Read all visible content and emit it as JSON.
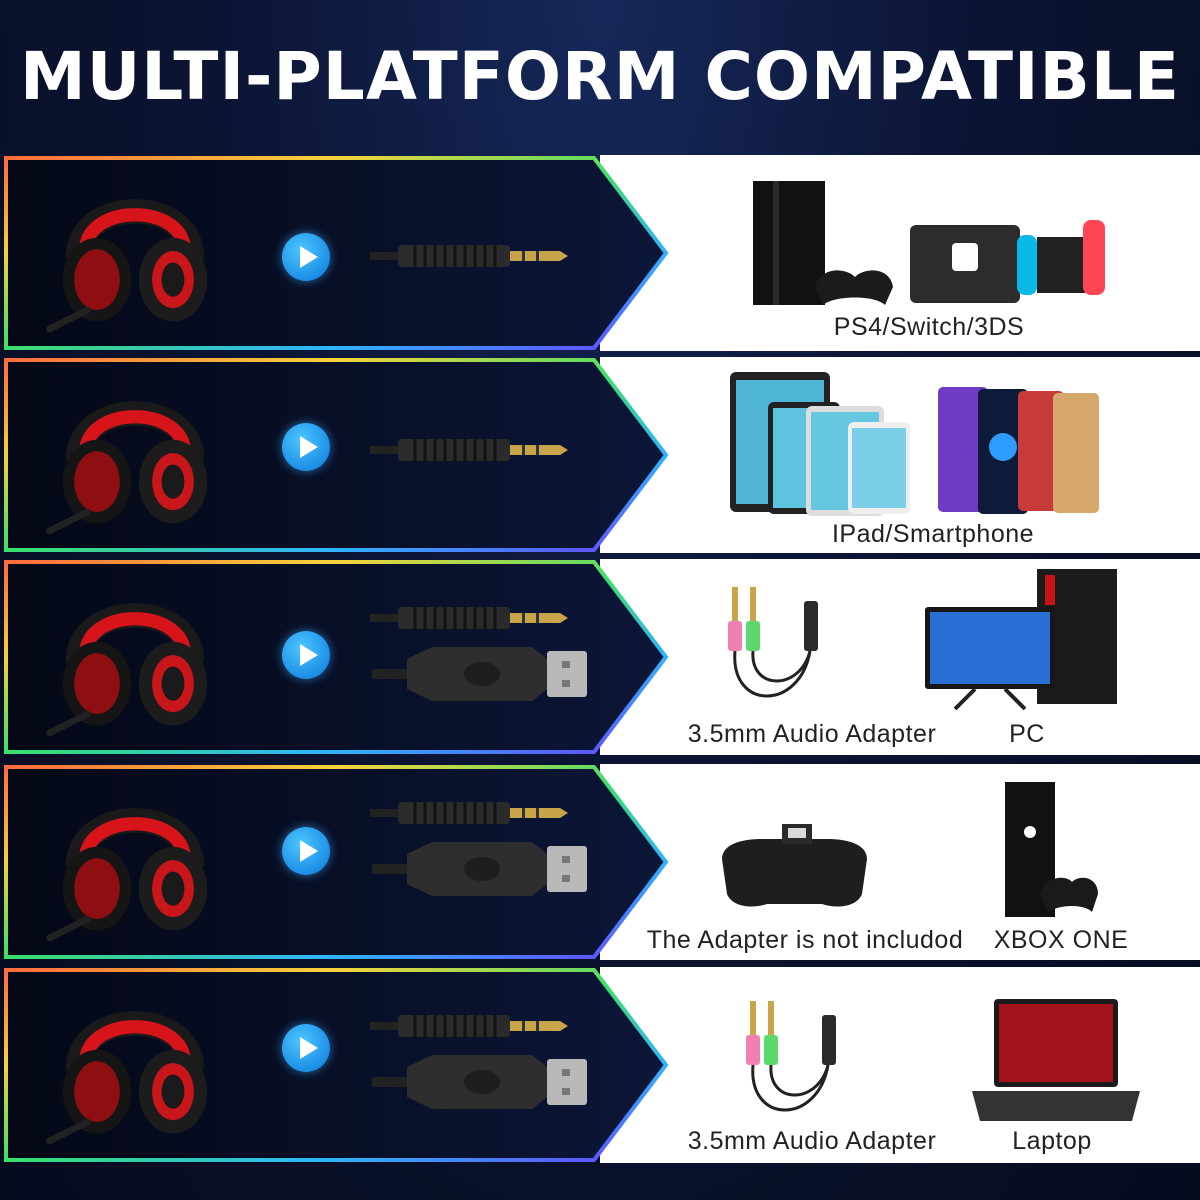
{
  "header": {
    "title": "MULTI-PLATFORM COMPATIBLE"
  },
  "rows": [
    {
      "labels": [
        "PS4/Switch/3DS"
      ]
    },
    {
      "labels": [
        "IPad/Smartphone"
      ]
    },
    {
      "labels": [
        "3.5mm Audio Adapter",
        "PC"
      ]
    },
    {
      "labels": [
        "The Adapter is not includod",
        "XBOX ONE"
      ]
    },
    {
      "labels": [
        "3.5mm Audio Adapter",
        "Laptop"
      ]
    }
  ],
  "icons": {
    "play": "play-button-icon",
    "headset": "gaming-headset-image",
    "jack": "3.5mm-jack-image",
    "usb": "usb-plug-image"
  },
  "colors": {
    "accent_blue": "#1d8fe6",
    "headset_red": "#d8141b",
    "panel_bg": "#070c22"
  }
}
